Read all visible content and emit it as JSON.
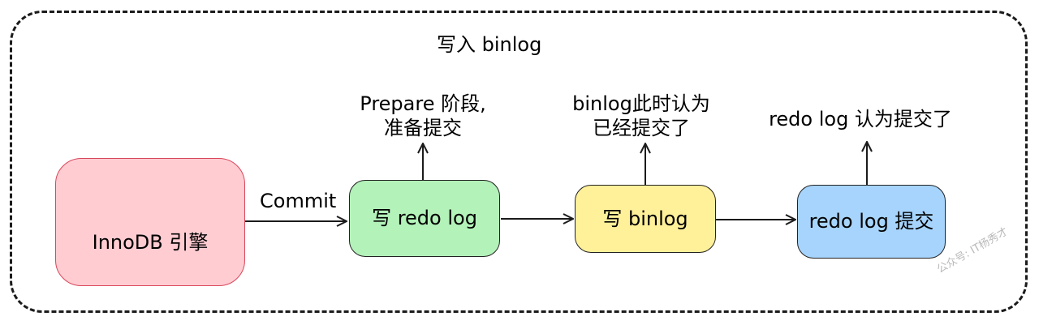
{
  "diagram": {
    "frame_title": "写入 binlog",
    "nodes": {
      "innodb": {
        "label": "InnoDB 引擎",
        "fill": "#ffccd2",
        "stroke": "#d9475b"
      },
      "redo_write": {
        "label": "写 redo log",
        "fill": "#b3f2b9",
        "stroke": "#222222"
      },
      "binlog_write": {
        "label": "写 binlog",
        "fill": "#fff09a",
        "stroke": "#222222"
      },
      "redo_commit": {
        "label": "redo log 提交",
        "fill": "#a6d4fc",
        "stroke": "#222222"
      }
    },
    "edges": {
      "commit_label": "Commit"
    },
    "annotations": {
      "prepare": [
        "Prepare 阶段,",
        "准备提交"
      ],
      "binlog_committed": [
        "binlog此时认为",
        "已经提交了"
      ],
      "redo_committed": "redo log 认为提交了"
    }
  },
  "watermark": "公众号: IT杨秀才"
}
